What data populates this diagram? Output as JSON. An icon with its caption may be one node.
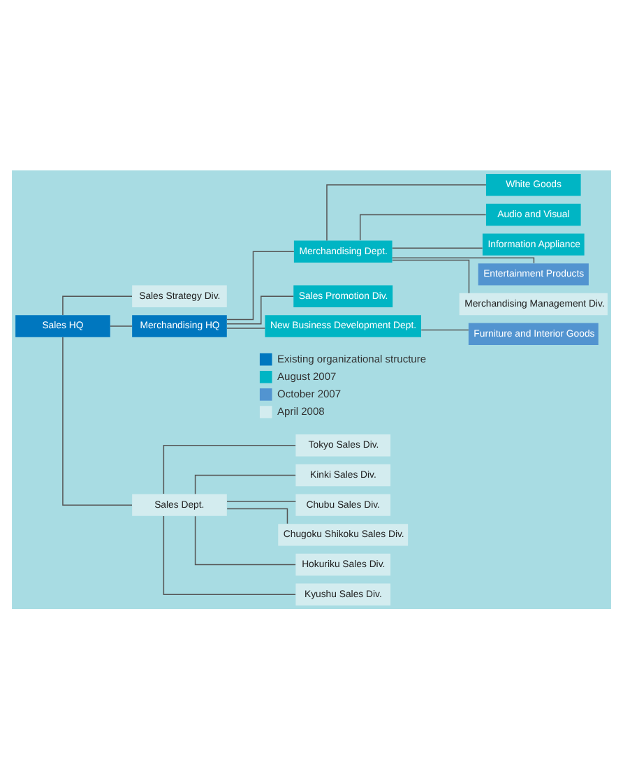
{
  "diagram": {
    "nodes": [
      {
        "text": [
          "Sales HQ"
        ]
      },
      {
        "text": [
          "Sales Strategy Div."
        ]
      },
      {
        "text": [
          "Merchandising HQ"
        ]
      },
      {
        "text": [
          "Merchandising Dept."
        ]
      },
      {
        "text": [
          "White Goods"
        ]
      },
      {
        "text": [
          "Audio and Visual"
        ]
      },
      {
        "text": [
          "Information Appliance"
        ]
      },
      {
        "text": [
          "Entertainment Products"
        ]
      },
      {
        "text": [
          "Merchandising Management Div."
        ]
      },
      {
        "text": [
          "Sales Promotion Div."
        ]
      },
      {
        "text": [
          "New Business Development Dept."
        ]
      },
      {
        "text": [
          "Furniture and Interior Goods"
        ]
      },
      {
        "text": [
          "Sales Dept."
        ]
      },
      {
        "text": [
          "Tokyo Sales Div."
        ]
      },
      {
        "text": [
          "Kinki Sales Div."
        ]
      },
      {
        "text": [
          "Chubu Sales Div."
        ]
      },
      {
        "text": [
          "Chugoku Shikoku Sales Div."
        ]
      },
      {
        "text": [
          "Hokuriku Sales Div."
        ]
      },
      {
        "text": [
          "Kyushu Sales Div."
        ]
      }
    ],
    "edges": [
      {
        "from": 0,
        "to": 1,
        "arrow": "none"
      },
      {
        "from": 0,
        "to": 2,
        "arrow": "none"
      },
      {
        "from": 2,
        "to": 3,
        "arrow": "none"
      },
      {
        "from": 3,
        "to": 4,
        "arrow": "none"
      },
      {
        "from": 3,
        "to": 5,
        "arrow": "none"
      },
      {
        "from": 3,
        "to": 6,
        "arrow": "none"
      },
      {
        "from": 3,
        "to": 7,
        "arrow": "none"
      },
      {
        "from": 3,
        "to": 8,
        "arrow": "none"
      },
      {
        "from": 2,
        "to": 9,
        "arrow": "none"
      },
      {
        "from": 2,
        "to": 10,
        "arrow": "none"
      },
      {
        "from": 10,
        "to": 11,
        "arrow": "none"
      },
      {
        "from": 0,
        "to": 12,
        "arrow": "none"
      },
      {
        "from": 12,
        "to": 13,
        "arrow": "none"
      },
      {
        "from": 12,
        "to": 14,
        "arrow": "none"
      },
      {
        "from": 12,
        "to": 15,
        "arrow": "none"
      },
      {
        "from": 12,
        "to": 16,
        "arrow": "none"
      },
      {
        "from": 12,
        "to": 17,
        "arrow": "none"
      },
      {
        "from": 12,
        "to": 18,
        "arrow": "none"
      }
    ],
    "legend": [
      {
        "text": "Existing organizational structure",
        "color": "#0077bf"
      },
      {
        "text": "August 2007",
        "color": "#00b5c4"
      },
      {
        "text": "October 2007",
        "color": "#5294d0"
      },
      {
        "text": "April 2008",
        "color": "#d3ecef"
      }
    ]
  }
}
